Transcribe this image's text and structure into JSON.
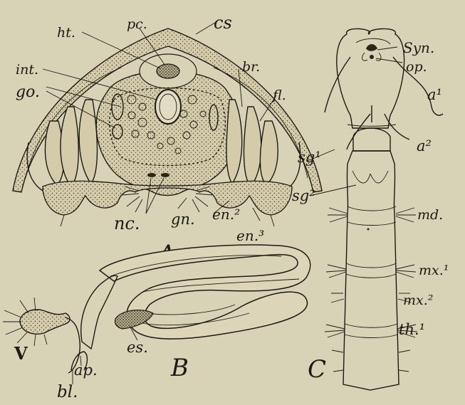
{
  "figure": {
    "panel_labels": {
      "a": "A",
      "b": "B",
      "c": "C"
    },
    "labels_a": {
      "pc": "pc.",
      "cs": "cs",
      "ht": "ht.",
      "int": "int.",
      "go": "go.",
      "br": "br.",
      "fl": "fl.",
      "nc": "nc.",
      "gn": "gn.",
      "en2": "en.²",
      "en3": "en.³"
    },
    "labels_b": {
      "v": "V",
      "ap": "ap.",
      "bl": "bl.",
      "es": "es."
    },
    "labels_c": {
      "syn": "Syn.",
      "op": "op.",
      "a1": "a¹",
      "a2": "a²",
      "sg1": "sg¹",
      "sg2": "sg²",
      "md": "md.",
      "mx1": "mx.¹",
      "mx2": "mx.²",
      "th1": "th.¹"
    }
  },
  "colors": {
    "background": "#d8d2b6",
    "ink": "#1c1a14",
    "stipple": "#cfc7a4"
  }
}
